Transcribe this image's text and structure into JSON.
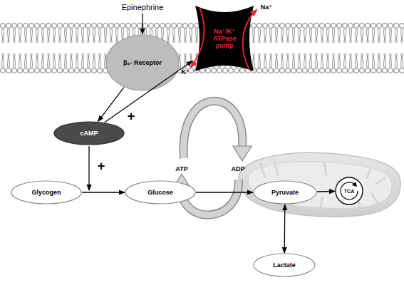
{
  "diagram": {
    "nodes": [
      {
        "text": [
          "Epinephrine"
        ]
      },
      {
        "text": [
          "β₂- Receptor"
        ]
      },
      {
        "text": [
          "cAMP"
        ]
      },
      {
        "text": [
          "Na⁺/K⁺ ATPase pump"
        ]
      },
      {
        "text": [
          "Glycogen"
        ]
      },
      {
        "text": [
          "Glucose"
        ]
      },
      {
        "text": [
          "Pyruvate"
        ]
      },
      {
        "text": [
          "TCA"
        ]
      },
      {
        "text": [
          "Lactate"
        ]
      }
    ],
    "edges": [
      {
        "from": 0,
        "to": 1,
        "arrow": "to"
      },
      {
        "from": 1,
        "to": 2,
        "arrow": "to"
      },
      {
        "from": 2,
        "to": 3,
        "arrow": "to"
      },
      {
        "from": 4,
        "to": 5,
        "arrow": "to"
      },
      {
        "from": 5,
        "to": 6,
        "arrow": "to"
      },
      {
        "from": 6,
        "to": 7,
        "arrow": "to"
      },
      {
        "from": 6,
        "to": 8,
        "arrow": "both"
      }
    ],
    "labels": [
      "Na⁺",
      "K⁺",
      "ATP",
      "ADP",
      "+",
      "+"
    ]
  }
}
